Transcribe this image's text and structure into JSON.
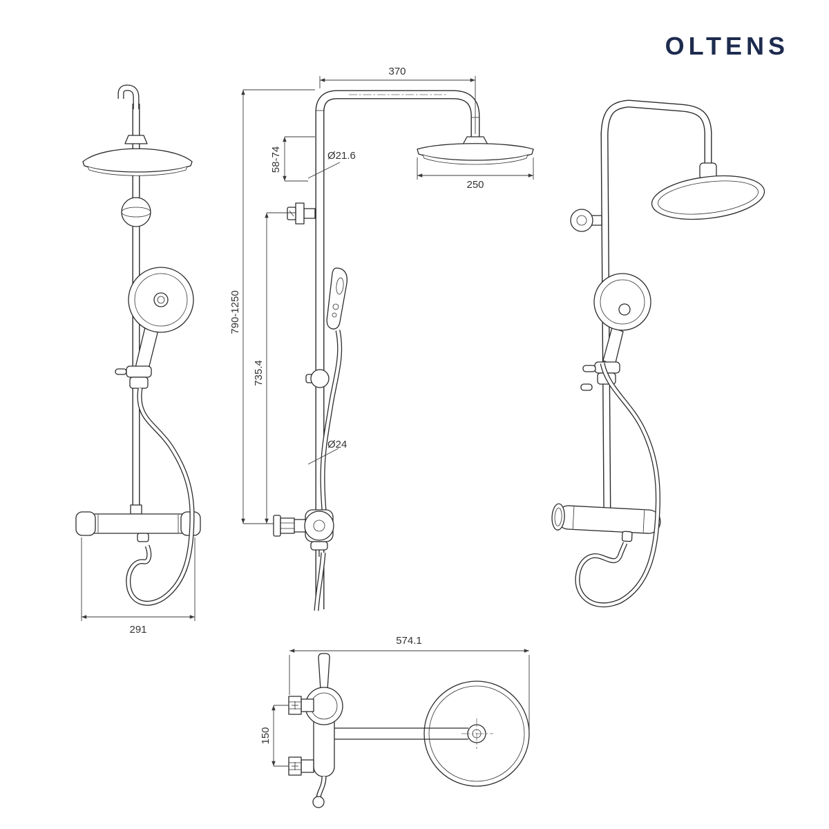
{
  "brand": {
    "name": "OLTENS",
    "color": "#1d2b4e"
  },
  "drawing": {
    "type": "technical-dimension-drawing",
    "subject": "shower column set with rain head, hand shower and thermostatic mixer",
    "views": [
      "front",
      "side",
      "perspective",
      "top"
    ],
    "line_color": "#2b2b2b",
    "dimensions": {
      "front_width": "291",
      "arm_length": "370",
      "upper_pipe_diameter": "Ø21.6",
      "wall_offset_range": "58-74",
      "height_range": "790-1250",
      "riser_height": "735.4",
      "lower_pipe_diameter": "Ø24",
      "rain_head_diameter": "250",
      "total_depth": "574.1",
      "valve_spacing": "150"
    }
  }
}
